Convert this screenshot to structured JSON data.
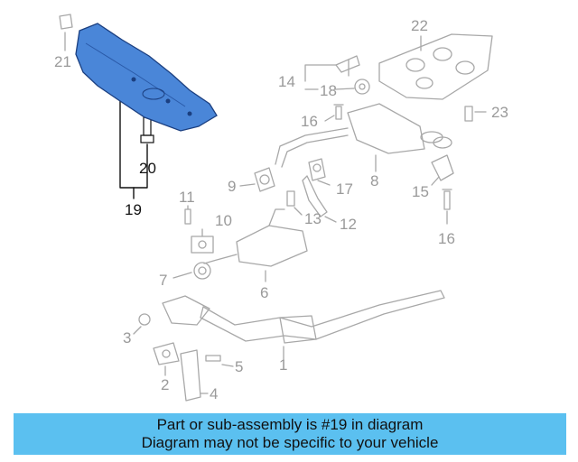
{
  "callouts": {
    "c1": "1",
    "c2": "2",
    "c3": "3",
    "c4": "4",
    "c5": "5",
    "c6": "6",
    "c7": "7",
    "c8": "8",
    "c9": "9",
    "c10": "10",
    "c11": "11",
    "c12": "12",
    "c13": "13",
    "c14": "14",
    "c15": "15",
    "c16a": "16",
    "c16b": "16",
    "c17": "17",
    "c18": "18",
    "c19": "19",
    "c20": "20",
    "c21": "21",
    "c22": "22",
    "c23": "23"
  },
  "banner": {
    "line1": "Part or sub-assembly is #19 in diagram",
    "line2": "Diagram may not be specific to your vehicle"
  },
  "colors": {
    "highlight_part": "#4a86d8",
    "banner_bg": "#5bc0f0",
    "line_gray": "#a8a8a8",
    "active_text": "#111111"
  }
}
